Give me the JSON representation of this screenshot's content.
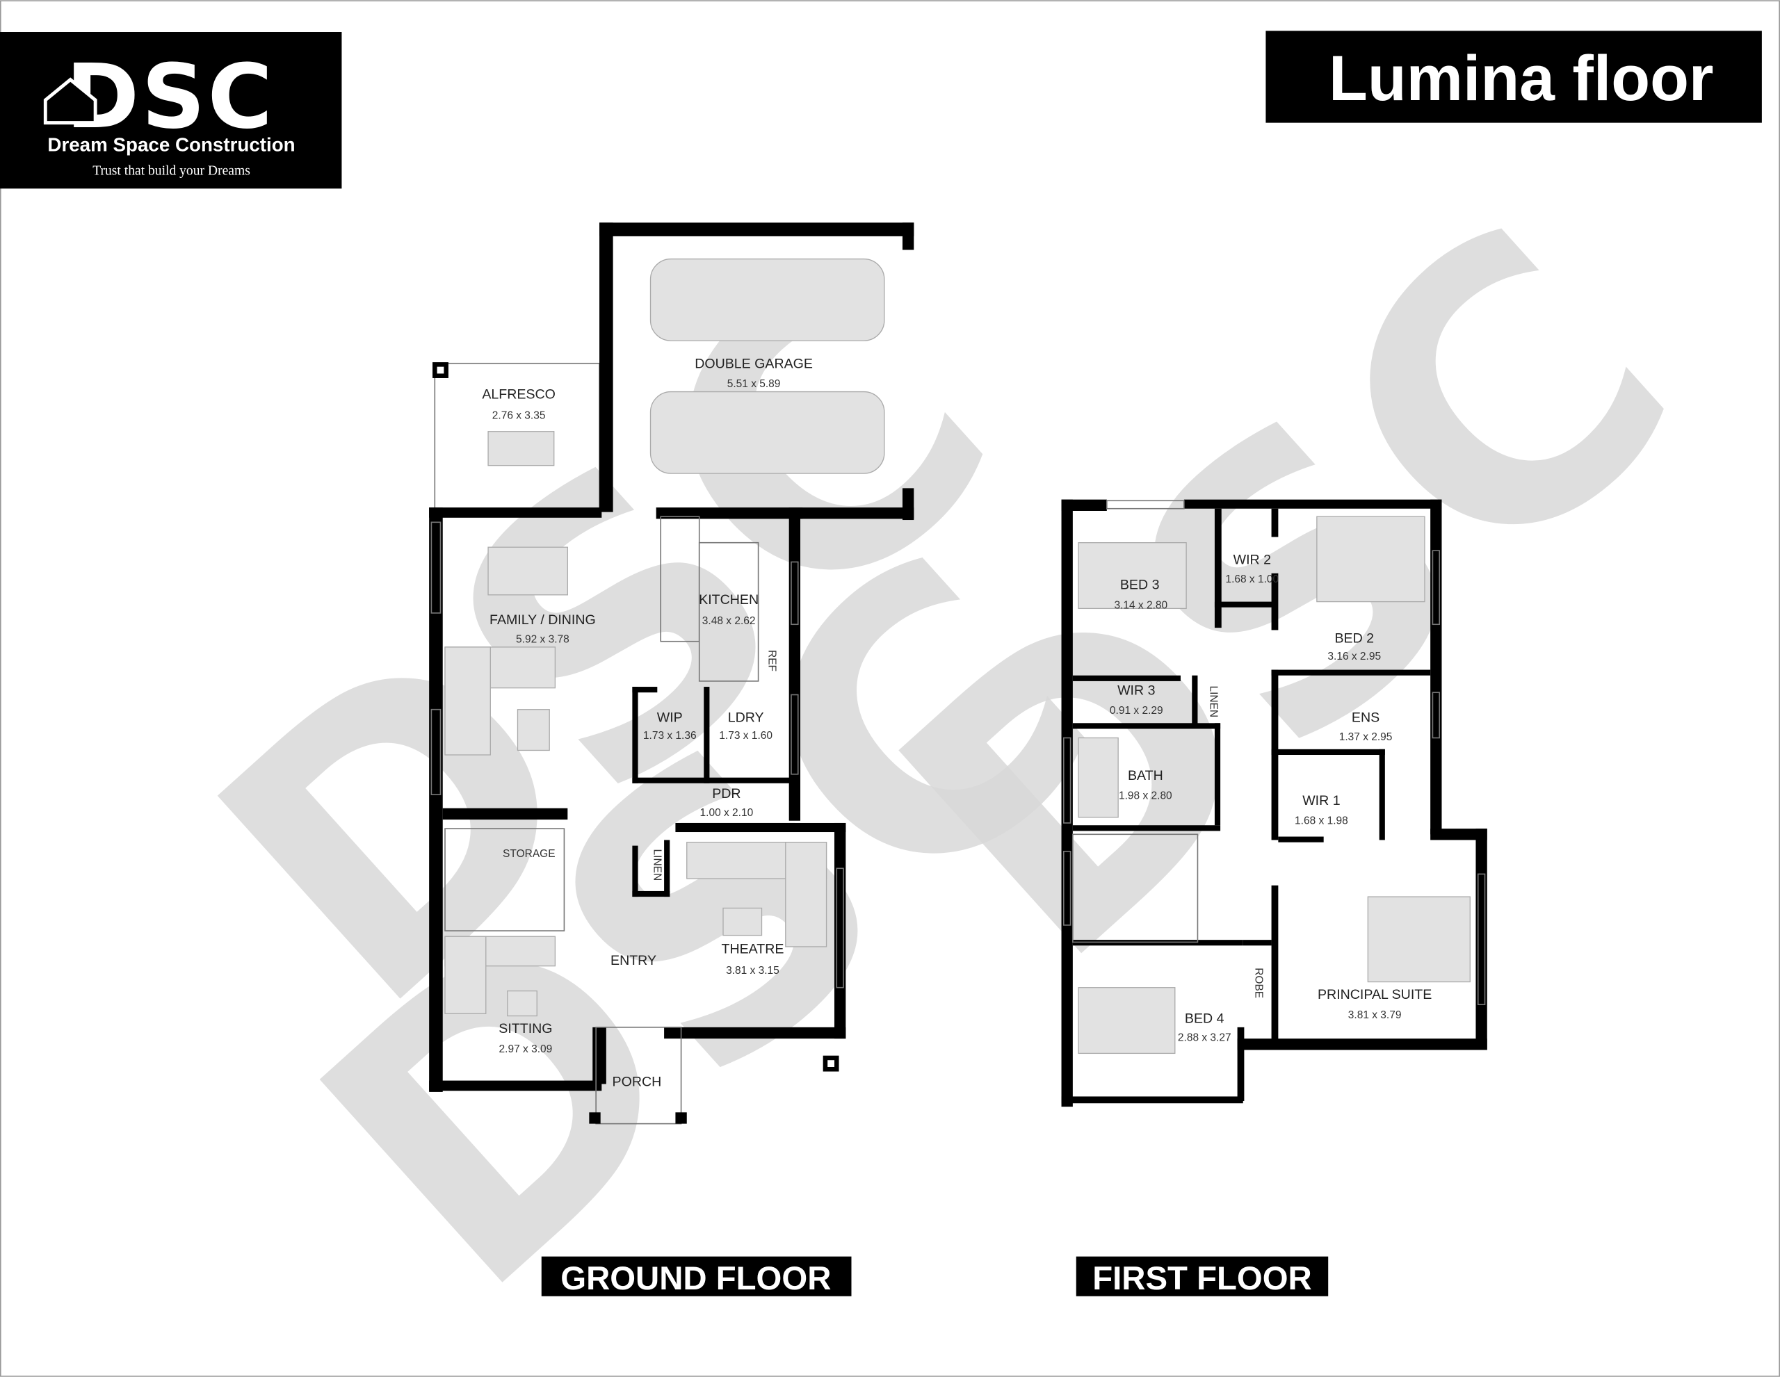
{
  "logo": {
    "letters": "DSC",
    "company": "Dream Space Construction",
    "tagline": "Trust that build your Dreams"
  },
  "title": "Lumina floor",
  "watermark": "DSC",
  "ground_floor": {
    "label": "GROUND FLOOR",
    "rooms": [
      {
        "name": "ALFRESCO",
        "dims": "2.76 x 3.35"
      },
      {
        "name": "DOUBLE GARAGE",
        "dims": "5.51 x 5.89"
      },
      {
        "name": "FAMILY / DINING",
        "dims": "5.92 x 3.78"
      },
      {
        "name": "KITCHEN",
        "dims": "3.48 x 2.62"
      },
      {
        "name": "WIP",
        "dims": "1.73 x 1.36"
      },
      {
        "name": "LDRY",
        "dims": "1.73 x 1.60"
      },
      {
        "name": "PDR",
        "dims": "1.00 x 2.10"
      },
      {
        "name": "STORAGE"
      },
      {
        "name": "LINEN"
      },
      {
        "name": "REF"
      },
      {
        "name": "ENTRY"
      },
      {
        "name": "THEATRE",
        "dims": "3.81 x 3.15"
      },
      {
        "name": "SITTING",
        "dims": "2.97 x 3.09"
      },
      {
        "name": "PORCH"
      }
    ]
  },
  "first_floor": {
    "label": "FIRST FLOOR",
    "rooms": [
      {
        "name": "BED 3",
        "dims": "3.14 x 2.80"
      },
      {
        "name": "WIR 2",
        "dims": "1.68 x 1.00"
      },
      {
        "name": "BED 2",
        "dims": "3.16 x 2.95"
      },
      {
        "name": "WIR 3",
        "dims": "0.91 x 2.29"
      },
      {
        "name": "LINEN"
      },
      {
        "name": "ENS",
        "dims": "1.37 x 2.95"
      },
      {
        "name": "BATH",
        "dims": "1.98 x 2.80"
      },
      {
        "name": "WIR 1",
        "dims": "1.68 x 1.98"
      },
      {
        "name": "ROBE"
      },
      {
        "name": "PRINCIPAL SUITE",
        "dims": "3.81 x 3.79"
      },
      {
        "name": "BED 4",
        "dims": "2.88 x 3.27"
      }
    ]
  }
}
